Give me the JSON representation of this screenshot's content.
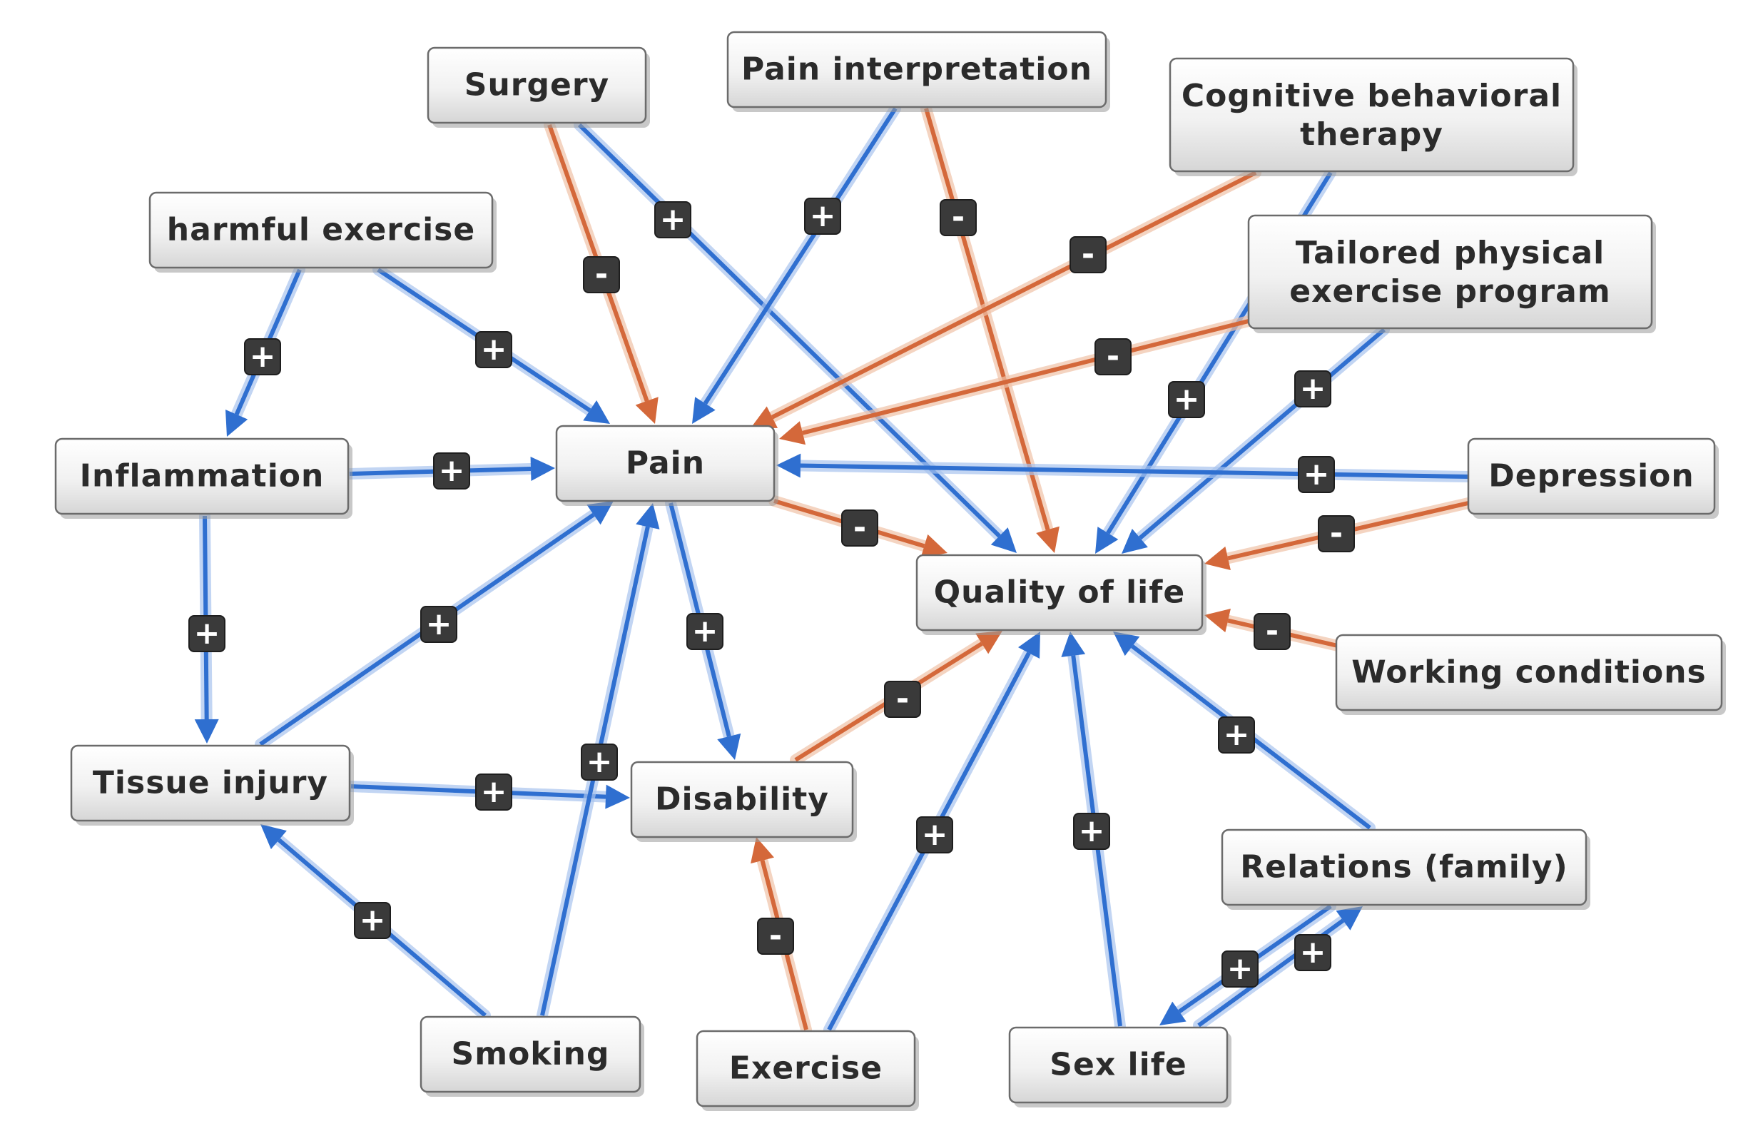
{
  "colors": {
    "positive": "#2f6fd0",
    "positive_glow": "#a9c4ee",
    "negative": "#d4683a",
    "negative_glow": "#f0c2a8"
  },
  "nodes": {
    "surgery": "Surgery",
    "pain_interpretation": "Pain interpretation",
    "cbt": [
      "Cognitive behavioral",
      "therapy"
    ],
    "harmful_exercise": "harmful exercise",
    "tailored": [
      "Tailored physical",
      "exercise program"
    ],
    "inflammation": "Inflammation",
    "pain": "Pain",
    "depression": "Depression",
    "quality": "Quality of life",
    "working": "Working conditions",
    "tissue": "Tissue injury",
    "disability": "Disability",
    "relations": "Relations (family)",
    "smoking": "Smoking",
    "exercise": "Exercise",
    "sex": "Sex life"
  },
  "edges": [
    {
      "from": "harmful_exercise",
      "to": "inflammation",
      "sign": "+"
    },
    {
      "from": "harmful_exercise",
      "to": "pain",
      "sign": "+"
    },
    {
      "from": "surgery",
      "to": "pain",
      "sign": "-"
    },
    {
      "from": "surgery",
      "to": "quality",
      "sign": "+"
    },
    {
      "from": "pain_interpretation",
      "to": "pain",
      "sign": "+"
    },
    {
      "from": "pain_interpretation",
      "to": "quality",
      "sign": "-"
    },
    {
      "from": "cbt",
      "to": "pain",
      "sign": "-"
    },
    {
      "from": "cbt",
      "to": "quality",
      "sign": "+"
    },
    {
      "from": "tailored",
      "to": "pain",
      "sign": "-"
    },
    {
      "from": "tailored",
      "to": "quality",
      "sign": "+"
    },
    {
      "from": "inflammation",
      "to": "pain",
      "sign": "+"
    },
    {
      "from": "inflammation",
      "to": "tissue",
      "sign": "+"
    },
    {
      "from": "depression",
      "to": "pain",
      "sign": "+"
    },
    {
      "from": "depression",
      "to": "quality",
      "sign": "-"
    },
    {
      "from": "pain",
      "to": "quality",
      "sign": "-"
    },
    {
      "from": "pain",
      "to": "disability",
      "sign": "+"
    },
    {
      "from": "working",
      "to": "quality",
      "sign": "-"
    },
    {
      "from": "tissue",
      "to": "pain",
      "sign": "+"
    },
    {
      "from": "tissue",
      "to": "disability",
      "sign": "+"
    },
    {
      "from": "smoking",
      "to": "tissue",
      "sign": "+"
    },
    {
      "from": "smoking",
      "to": "pain",
      "sign": "+"
    },
    {
      "from": "disability",
      "to": "quality",
      "sign": "-"
    },
    {
      "from": "exercise",
      "to": "disability",
      "sign": "-"
    },
    {
      "from": "exercise",
      "to": "quality",
      "sign": "+"
    },
    {
      "from": "sex",
      "to": "quality",
      "sign": "+"
    },
    {
      "from": "relations",
      "to": "quality",
      "sign": "+"
    },
    {
      "from": "relations",
      "to": "sex",
      "sign": "+"
    },
    {
      "from": "sex",
      "to": "relations",
      "sign": "+"
    }
  ]
}
